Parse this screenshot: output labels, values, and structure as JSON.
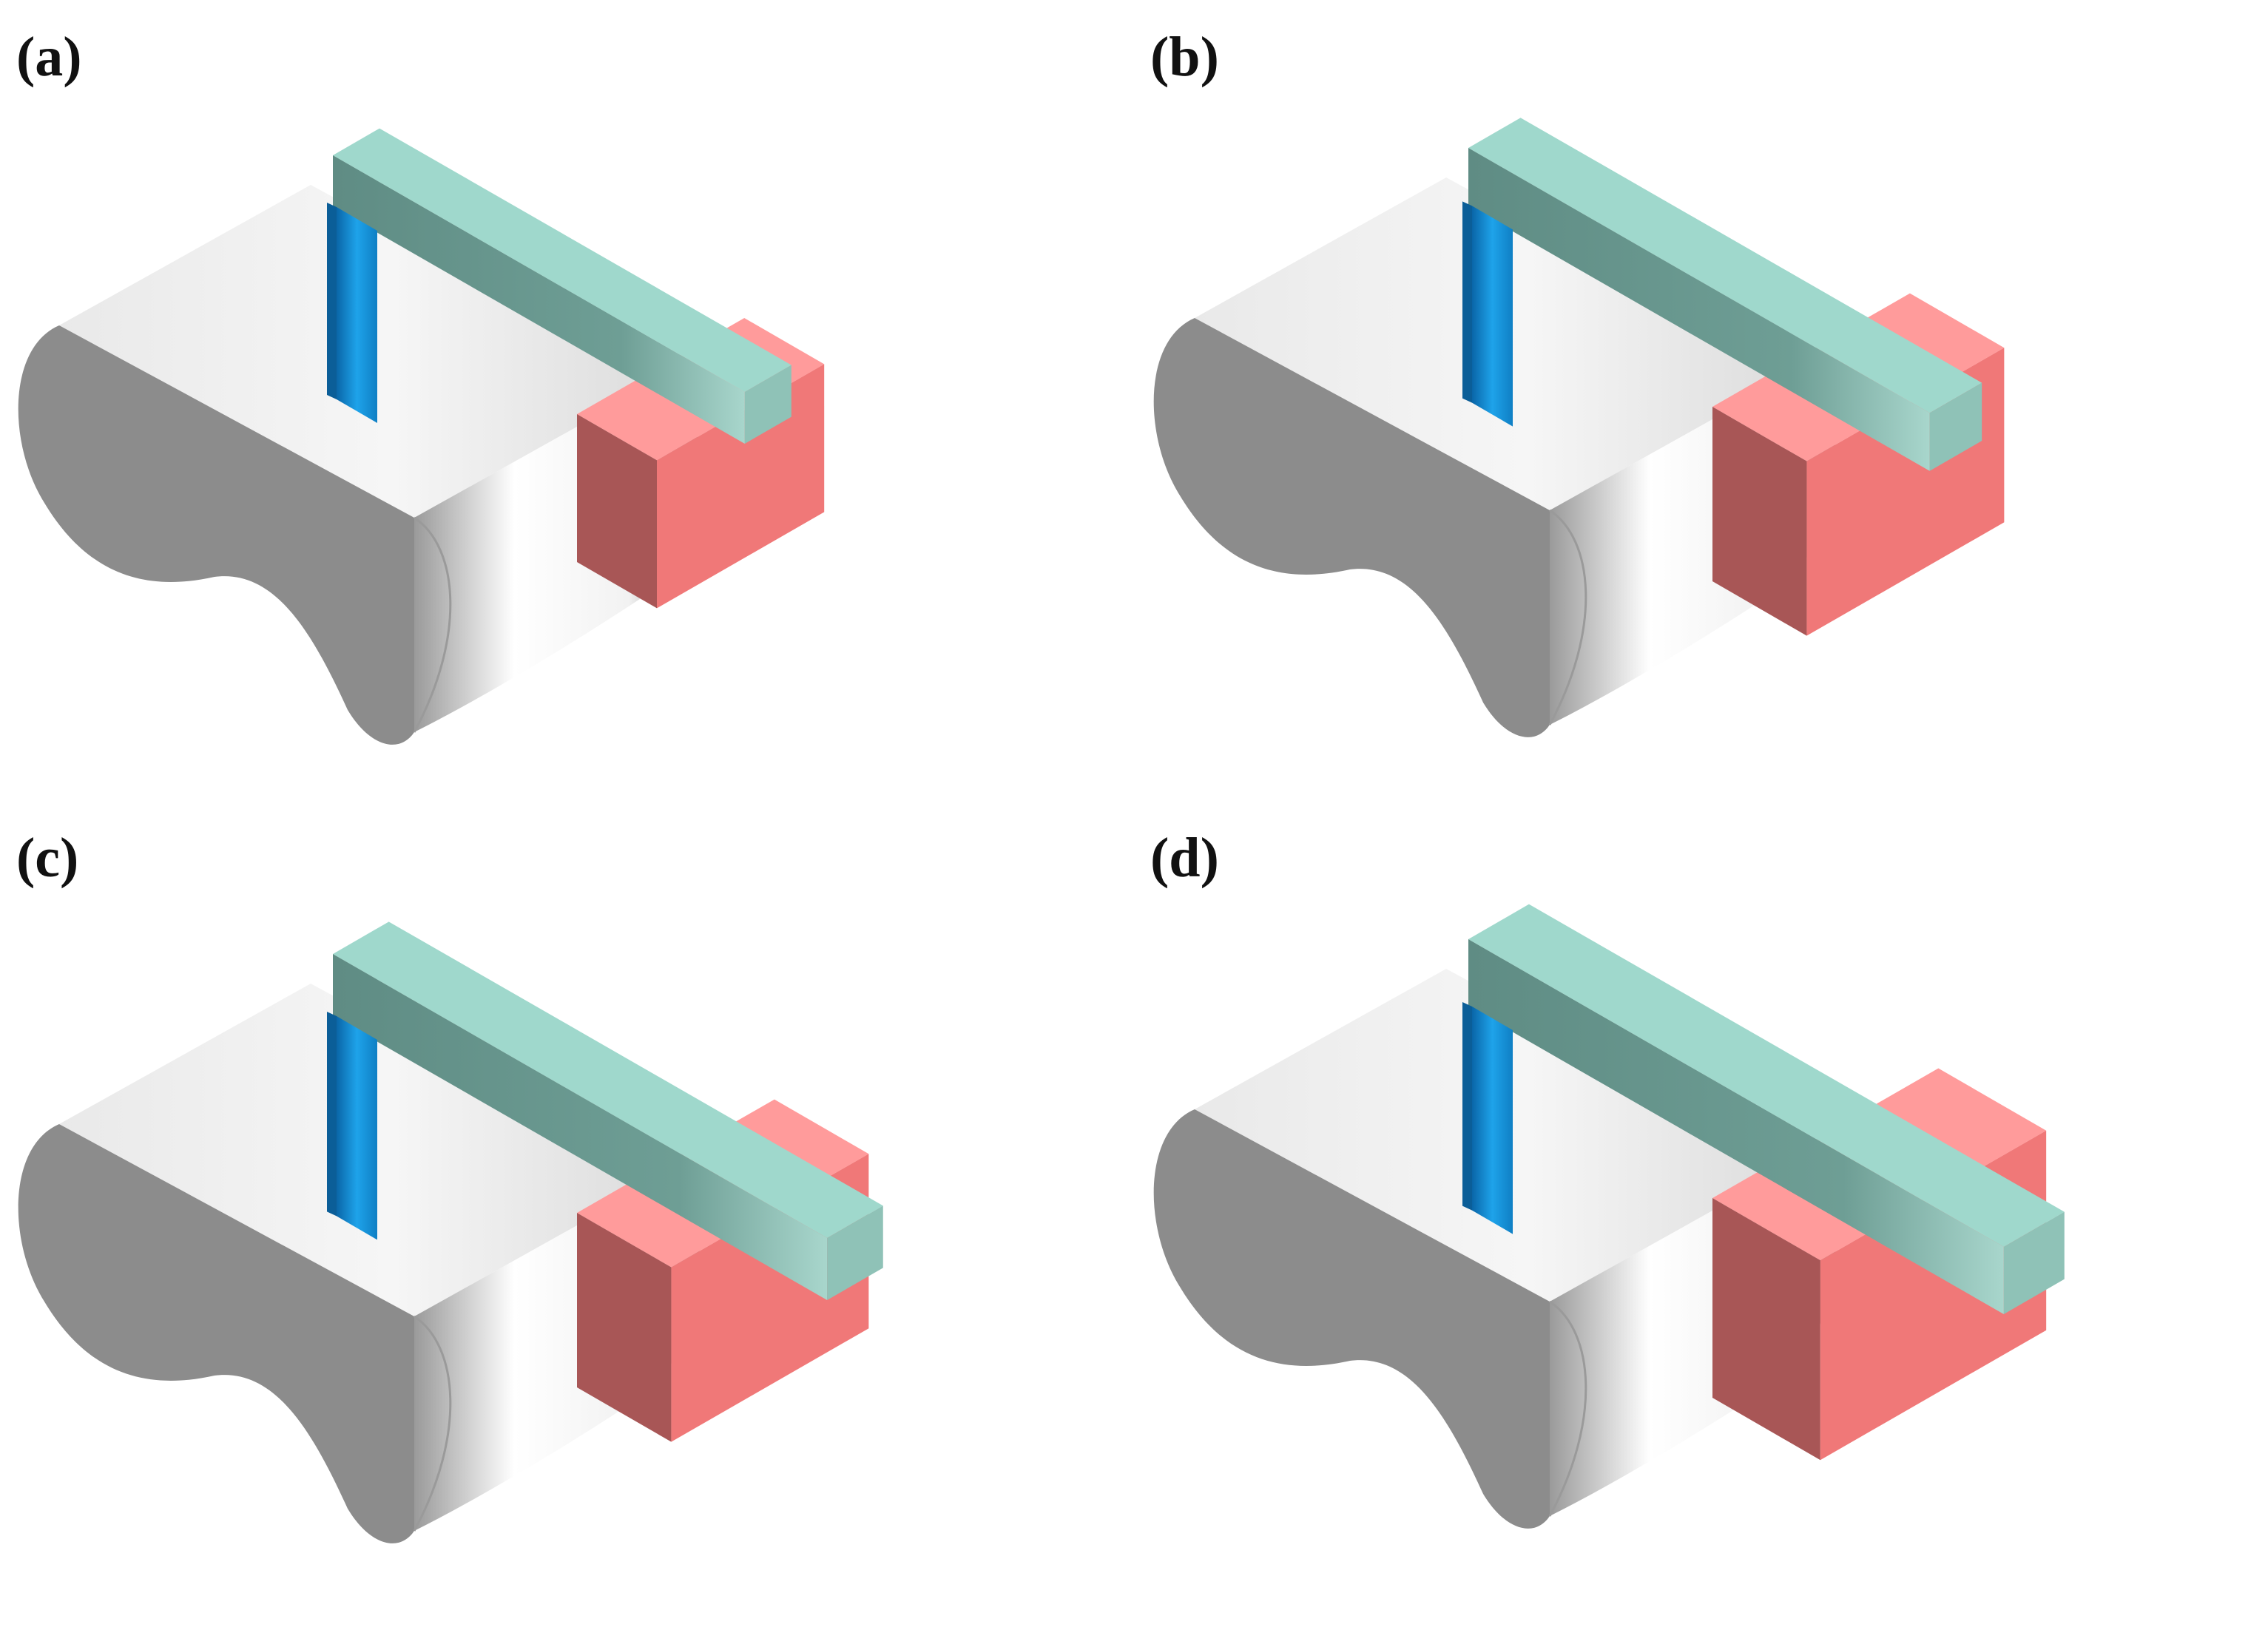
{
  "figure": {
    "panels": [
      {
        "label": "(a)"
      },
      {
        "label": "(b)"
      },
      {
        "label": "(c)"
      },
      {
        "label": "(d)"
      }
    ],
    "colors": {
      "background": "#ffffff",
      "body_side": "#8c8c8c",
      "body_top": "#f2f2f2",
      "post_blue": "#1a9be0",
      "bridge_teal": "#9fd8cc",
      "block_red": "#f07878"
    }
  }
}
